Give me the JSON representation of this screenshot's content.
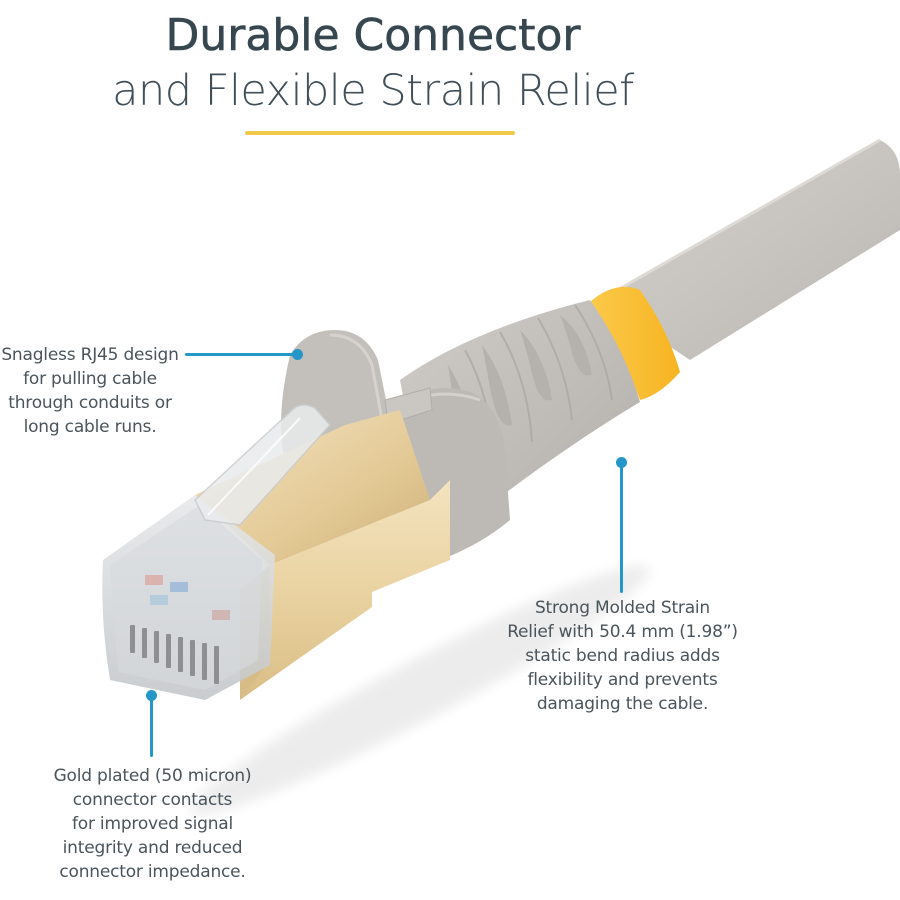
{
  "header": {
    "title_line1": "Durable Connector",
    "title_line2": "and Flexible Strain Relief"
  },
  "colors": {
    "accent_underline": "#f0c94d",
    "callout_line": "#2596c8",
    "cable_gray": "#c9c6c1",
    "ring_yellow": "#fbbd34",
    "connector_gold": "#e9d3a8",
    "title_text": "#37474f"
  },
  "product": {
    "name": "RJ45 patch cable connector",
    "icon": "rj45-connector-illustration"
  },
  "callouts": [
    {
      "id": "snagless",
      "lines": [
        "Snagless RJ45 design",
        "for pulling cable",
        "through conduits or",
        "long cable runs."
      ]
    },
    {
      "id": "strain-relief",
      "lines": [
        "Strong Molded Strain",
        "Relief with 50.4 mm (1.98”)",
        "static bend radius adds",
        "flexibility and prevents",
        "damaging the cable."
      ]
    },
    {
      "id": "gold-plated",
      "lines": [
        "Gold plated (50 micron)",
        "connector contacts",
        "for improved signal",
        "integrity and reduced",
        "connector impedance."
      ]
    }
  ]
}
